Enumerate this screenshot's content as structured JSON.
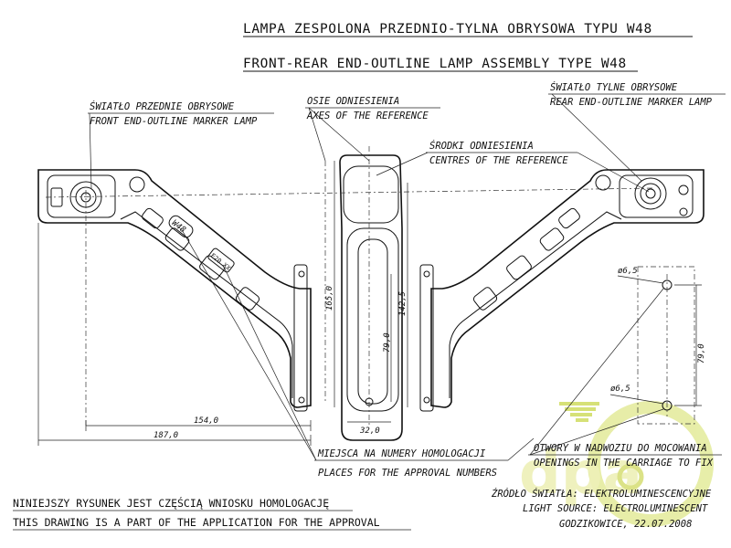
{
  "title": {
    "line_pl": "LAMPA  ZESPOLONA  PRZEDNIO-TYLNA OBRYSOWA TYPU W48",
    "line_en": "FRONT-REAR END-OUTLINE LAMP ASSEMBLY TYPE W48"
  },
  "labels": {
    "front_lamp_pl": "ŚWIATŁO PRZEDNIE OBRYSOWE",
    "front_lamp_en": "FRONT END-OUTLINE MARKER LAMP",
    "axes_pl": "OSIE ODNIESIENIA",
    "axes_en": "AXES OF THE REFERENCE",
    "centres_pl": "ŚRODKI ODNIESIENIA",
    "centres_en": "CENTRES OF THE REFERENCE",
    "rear_lamp_pl": "ŚWIATŁO TYLNE OBRYSOWE",
    "rear_lamp_en": "REAR END-OUTLINE MARKER LAMP",
    "approval_pl": "MIEJSCA NA NUMERY HOMOLOGACJI",
    "approval_en": "PLACES FOR THE APPROVAL NUMBERS",
    "holes_pl": "OTWORY W NADWOZIU DO MOCOWANIA",
    "holes_en": "OPENINGS IN THE CARRIAGE TO FIX",
    "source_pl": "ŹRÓDŁO ŚWIATŁA: ELEKTROLUMINESCENCYJNE",
    "source_en": "LIGHT SOURCE: ELECTROLUMINESCENT",
    "place_date": "GODZIKOWICE, 22.07.2008"
  },
  "marks": {
    "type_mark": "W48",
    "approval_mark": "E20 XX"
  },
  "dimensions": {
    "d_154": "154,0",
    "d_187": "187,0",
    "d_165": "165,0",
    "d_142": "142,5",
    "d_79": "79,0",
    "d_32": "32,0",
    "d_79_holes": "79,0",
    "hole_top": "ø6,5",
    "hole_bottom": "ø6,5"
  },
  "footer": {
    "line_pl": "NINIEJSZY RYSUNEK JEST CZĘŚCIĄ WNIOSKU HOMOLOGACJĘ",
    "line_en": "THIS DRAWING IS A PART OF THE APPLICATION FOR THE APPROVAL"
  },
  "watermark": {
    "text": "dpa",
    "color": "#d9e46a"
  }
}
